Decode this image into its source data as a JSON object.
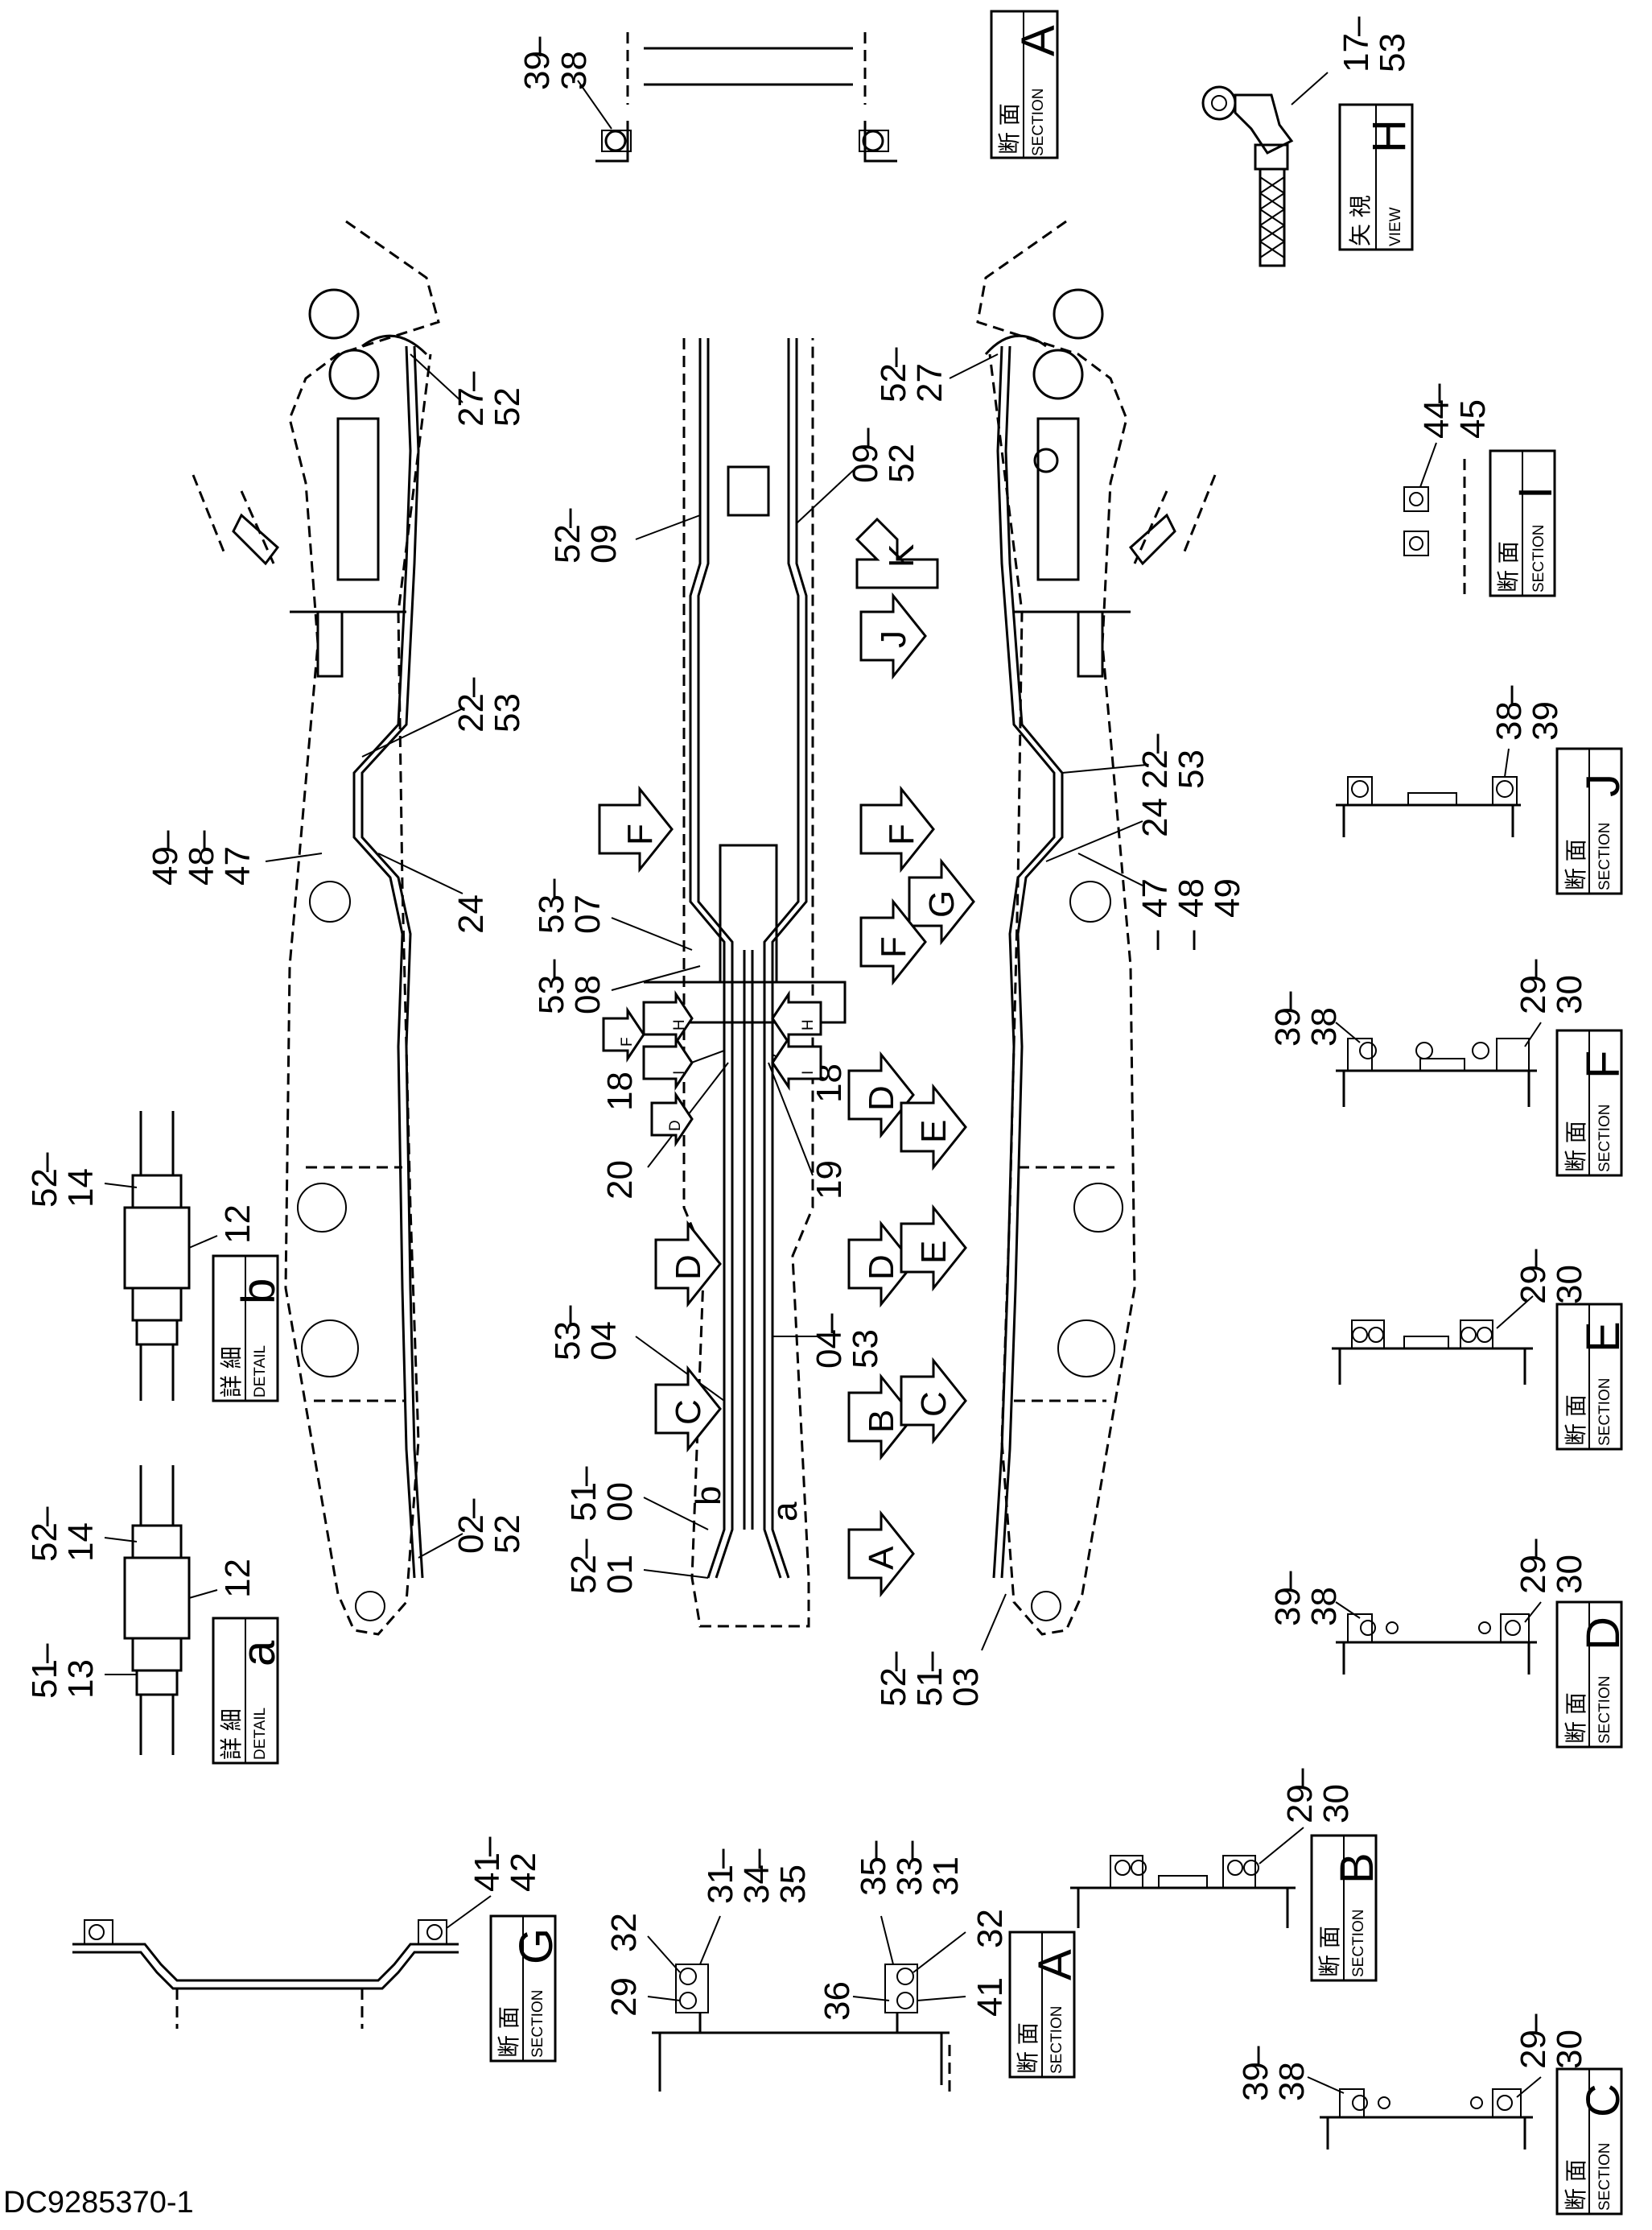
{
  "drawing_number": "DC9285370-1",
  "section_title": {
    "jp": "断 面",
    "en": "SECTION"
  },
  "view_title": {
    "jp": "矢 視",
    "en": "VIEW"
  },
  "detail_title": {
    "jp": "詳 細",
    "en": "DETAIL"
  },
  "sections": {
    "A": "A",
    "B": "B",
    "C": "C",
    "D": "D",
    "E": "E",
    "F": "F",
    "G": "G",
    "I": "I",
    "J": "J"
  },
  "views": {
    "H": "H"
  },
  "details": {
    "a": "a",
    "b": "b"
  },
  "part_labels": {
    "p00": "00",
    "p01": "01",
    "p02": "02",
    "p03": "03",
    "p04": "04",
    "p07": "07",
    "p08": "08",
    "p09": "09",
    "p12": "12",
    "p13": "13",
    "p14": "14",
    "p17": "17",
    "p18": "18",
    "p19": "19",
    "p20": "20",
    "p22": "22",
    "p24": "24",
    "p27": "27",
    "p29": "29",
    "p30": "30",
    "p31": "31",
    "p32": "32",
    "p33": "33",
    "p34": "34",
    "p35": "35",
    "p36": "36",
    "p38": "38",
    "p39": "39",
    "p41": "41",
    "p42": "42",
    "p44": "44",
    "p45": "45",
    "p47": "47",
    "p48": "48",
    "p49": "49",
    "p51": "51",
    "p52": "52",
    "p53": "53"
  },
  "markers": {
    "A": "A",
    "B": "B",
    "C": "C",
    "D": "D",
    "E": "E",
    "F": "F",
    "G": "G",
    "H": "H",
    "I": "I",
    "J": "J",
    "K": "K",
    "a": "a",
    "b": "b"
  }
}
